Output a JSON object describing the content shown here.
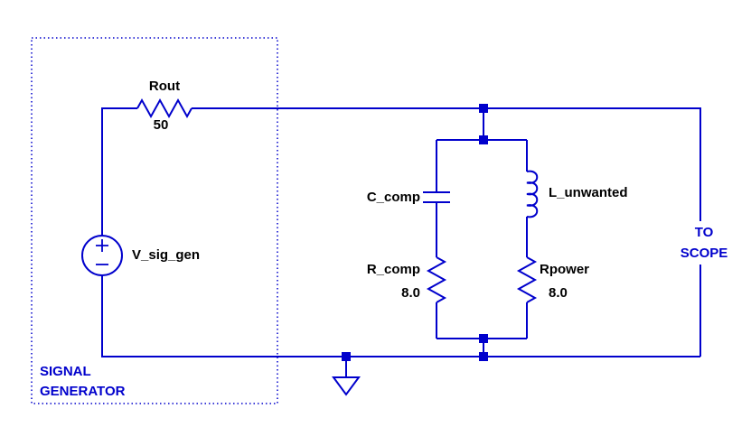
{
  "colors": {
    "wire": "#0000CC",
    "component_text": "#000000",
    "annotation_text": "#0000CC",
    "background": "#FFFFFF"
  },
  "signal_generator": {
    "label_line1": "SIGNAL",
    "label_line2": "GENERATOR",
    "source_label": "V_sig_gen"
  },
  "components": {
    "rout": {
      "label": "Rout",
      "value": "50"
    },
    "c_comp": {
      "label": "C_comp"
    },
    "r_comp": {
      "label": "R_comp",
      "value": "8.0"
    },
    "l_unwanted": {
      "label": "L_unwanted"
    },
    "rpower": {
      "label": "Rpower",
      "value": "8.0"
    }
  },
  "scope": {
    "label_line1": "TO",
    "label_line2": "SCOPE"
  }
}
